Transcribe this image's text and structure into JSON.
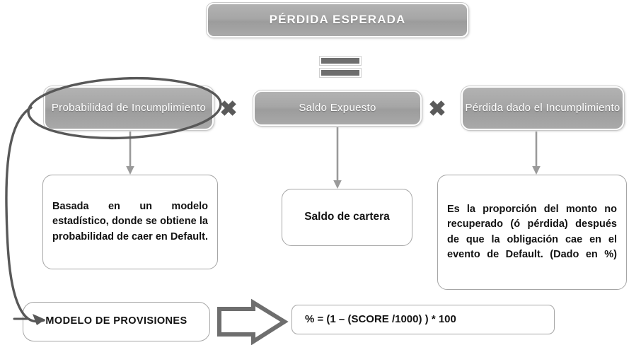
{
  "diagram": {
    "title": "PÉRDIDA ESPERADA",
    "equals_symbol": "=",
    "multiply_symbol": "✖",
    "factors": [
      {
        "id": "pd",
        "label": "Probabilidad de Incumplimiento",
        "description": "Basada en un modelo estadístico, donde se obtiene la probabilidad de caer en Default.",
        "highlighted": true
      },
      {
        "id": "ead",
        "label": "Saldo Expuesto",
        "description": "Saldo de cartera",
        "highlighted": false
      },
      {
        "id": "lgd",
        "label": "Pérdida dado el Incumplimiento",
        "description": "Es la proporción del monto no recuperado (ó pérdida) después de que la obligación cae en el evento de Default. (Dado en %)",
        "highlighted": false
      }
    ],
    "footer": {
      "model_label": "MODELO DE PROVISIONES",
      "formula": "% = (1 – (SCORE /1000) ) * 100",
      "arrow_icon": "block-arrow-right-icon"
    },
    "annotations": {
      "ellipse_icon": "hand-drawn-ellipse-icon",
      "callout_icon": "hand-drawn-curved-arrow-icon",
      "callout_target": "MODELO DE PROVISIONES"
    },
    "colors": {
      "box_fill": "#a6a6a6",
      "box_text": "#ffffff",
      "outline": "#a6a6a6",
      "annotation": "#555555",
      "background": "#ffffff"
    }
  }
}
